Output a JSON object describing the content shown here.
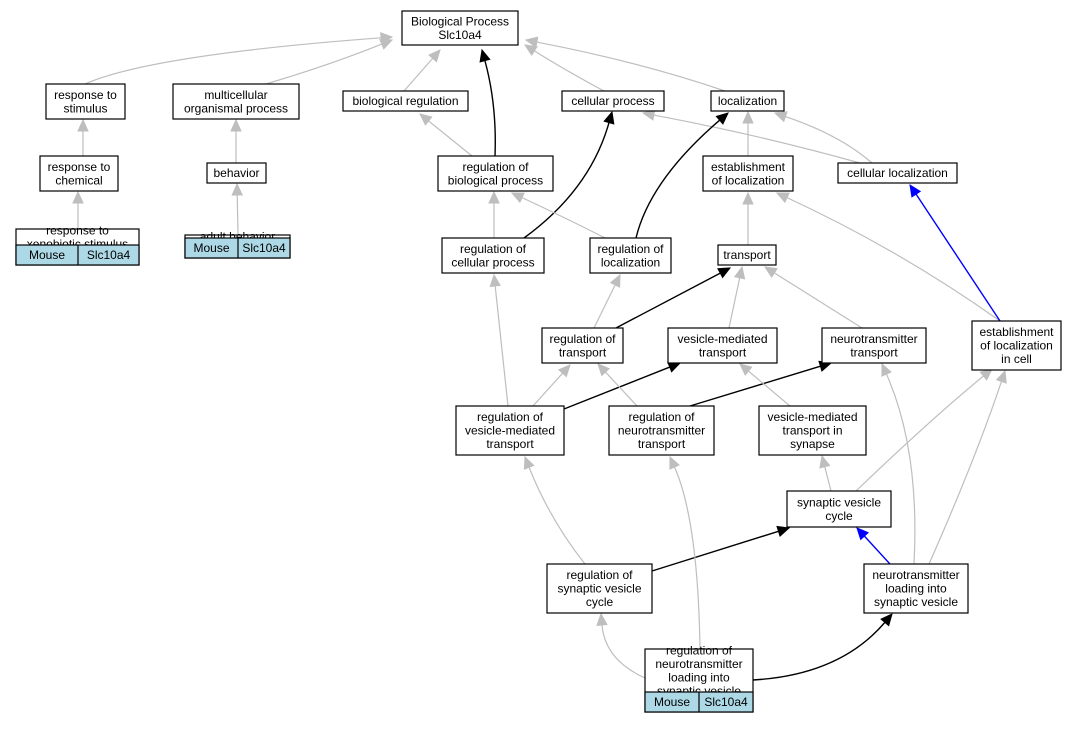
{
  "nodes": {
    "bp_root": {
      "lines": [
        "Biological Process",
        "Slc10a4"
      ]
    },
    "response_to_stimulus": {
      "lines": [
        "response to",
        "stimulus"
      ]
    },
    "multicellular_organismal_process": {
      "lines": [
        "multicellular",
        "organismal process"
      ]
    },
    "biological_regulation": {
      "lines": [
        "biological regulation"
      ]
    },
    "cellular_process": {
      "lines": [
        "cellular process"
      ]
    },
    "localization": {
      "lines": [
        "localization"
      ]
    },
    "response_to_chemical": {
      "lines": [
        "response to",
        "chemical"
      ]
    },
    "behavior": {
      "lines": [
        "behavior"
      ]
    },
    "regulation_of_biological_process": {
      "lines": [
        "regulation of",
        "biological process"
      ]
    },
    "establishment_of_localization": {
      "lines": [
        "establishment",
        "of localization"
      ]
    },
    "cellular_localization": {
      "lines": [
        "cellular localization"
      ]
    },
    "response_to_xenobiotic_stimulus": {
      "lines": [
        "response to",
        "xenobiotic stimulus"
      ],
      "annotation": [
        "Mouse",
        "Slc10a4"
      ]
    },
    "adult_behavior": {
      "lines": [
        "adult behavior"
      ],
      "annotation": [
        "Mouse",
        "Slc10a4"
      ]
    },
    "regulation_of_cellular_process": {
      "lines": [
        "regulation of",
        "cellular process"
      ]
    },
    "regulation_of_localization": {
      "lines": [
        "regulation of",
        "localization"
      ]
    },
    "transport": {
      "lines": [
        "transport"
      ]
    },
    "regulation_of_transport": {
      "lines": [
        "regulation of",
        "transport"
      ]
    },
    "vesicle_mediated_transport": {
      "lines": [
        "vesicle-mediated",
        "transport"
      ]
    },
    "neurotransmitter_transport": {
      "lines": [
        "neurotransmitter",
        "transport"
      ]
    },
    "establishment_of_localization_in_cell": {
      "lines": [
        "establishment",
        "of localization",
        "in cell"
      ]
    },
    "regulation_of_vesicle_mediated_transport": {
      "lines": [
        "regulation of",
        "vesicle-mediated",
        "transport"
      ]
    },
    "regulation_of_neurotransmitter_transport": {
      "lines": [
        "regulation of",
        "neurotransmitter",
        "transport"
      ]
    },
    "vesicle_mediated_transport_in_synapse": {
      "lines": [
        "vesicle-mediated",
        "transport in",
        "synapse"
      ]
    },
    "synaptic_vesicle_cycle": {
      "lines": [
        "synaptic vesicle",
        "cycle"
      ]
    },
    "regulation_of_synaptic_vesicle_cycle": {
      "lines": [
        "regulation of",
        "synaptic vesicle",
        "cycle"
      ]
    },
    "neurotransmitter_loading_into_synaptic_vesicle": {
      "lines": [
        "neurotransmitter",
        "loading into",
        "synaptic vesicle"
      ]
    },
    "regulation_of_neurotransmitter_loading": {
      "lines": [
        "regulation of",
        "neurotransmitter",
        "loading into",
        "synaptic vesicle"
      ],
      "annotation": [
        "Mouse",
        "Slc10a4"
      ]
    }
  },
  "edges": [
    {
      "from": "response_to_stimulus",
      "to": "bp_root",
      "kind": "is_a"
    },
    {
      "from": "multicellular_organismal_process",
      "to": "bp_root",
      "kind": "is_a"
    },
    {
      "from": "biological_regulation",
      "to": "bp_root",
      "kind": "is_a"
    },
    {
      "from": "cellular_process",
      "to": "bp_root",
      "kind": "is_a"
    },
    {
      "from": "localization",
      "to": "bp_root",
      "kind": "is_a"
    },
    {
      "from": "regulation_of_biological_process",
      "to": "bp_root",
      "kind": "regulates"
    },
    {
      "from": "response_to_chemical",
      "to": "response_to_stimulus",
      "kind": "is_a"
    },
    {
      "from": "behavior",
      "to": "multicellular_organismal_process",
      "kind": "is_a"
    },
    {
      "from": "regulation_of_biological_process",
      "to": "biological_regulation",
      "kind": "is_a"
    },
    {
      "from": "establishment_of_localization",
      "to": "localization",
      "kind": "is_a"
    },
    {
      "from": "cellular_localization",
      "to": "localization",
      "kind": "is_a"
    },
    {
      "from": "cellular_localization",
      "to": "cellular_process",
      "kind": "is_a"
    },
    {
      "from": "response_to_xenobiotic_stimulus",
      "to": "response_to_chemical",
      "kind": "is_a"
    },
    {
      "from": "adult_behavior",
      "to": "behavior",
      "kind": "is_a"
    },
    {
      "from": "regulation_of_cellular_process",
      "to": "regulation_of_biological_process",
      "kind": "is_a"
    },
    {
      "from": "regulation_of_cellular_process",
      "to": "cellular_process",
      "kind": "regulates"
    },
    {
      "from": "regulation_of_localization",
      "to": "regulation_of_biological_process",
      "kind": "is_a"
    },
    {
      "from": "regulation_of_localization",
      "to": "localization",
      "kind": "regulates"
    },
    {
      "from": "transport",
      "to": "establishment_of_localization",
      "kind": "is_a"
    },
    {
      "from": "establishment_of_localization_in_cell",
      "to": "establishment_of_localization",
      "kind": "is_a"
    },
    {
      "from": "establishment_of_localization_in_cell",
      "to": "cellular_localization",
      "kind": "part_of"
    },
    {
      "from": "regulation_of_transport",
      "to": "regulation_of_localization",
      "kind": "is_a"
    },
    {
      "from": "regulation_of_transport",
      "to": "transport",
      "kind": "regulates"
    },
    {
      "from": "vesicle_mediated_transport",
      "to": "transport",
      "kind": "is_a"
    },
    {
      "from": "neurotransmitter_transport",
      "to": "transport",
      "kind": "is_a"
    },
    {
      "from": "regulation_of_vesicle_mediated_transport",
      "to": "regulation_of_transport",
      "kind": "is_a"
    },
    {
      "from": "regulation_of_vesicle_mediated_transport",
      "to": "regulation_of_cellular_process",
      "kind": "is_a"
    },
    {
      "from": "regulation_of_vesicle_mediated_transport",
      "to": "vesicle_mediated_transport",
      "kind": "regulates"
    },
    {
      "from": "regulation_of_neurotransmitter_transport",
      "to": "regulation_of_transport",
      "kind": "is_a"
    },
    {
      "from": "regulation_of_neurotransmitter_transport",
      "to": "neurotransmitter_transport",
      "kind": "regulates"
    },
    {
      "from": "vesicle_mediated_transport_in_synapse",
      "to": "vesicle_mediated_transport",
      "kind": "is_a"
    },
    {
      "from": "synaptic_vesicle_cycle",
      "to": "vesicle_mediated_transport_in_synapse",
      "kind": "is_a"
    },
    {
      "from": "synaptic_vesicle_cycle",
      "to": "establishment_of_localization_in_cell",
      "kind": "is_a"
    },
    {
      "from": "regulation_of_synaptic_vesicle_cycle",
      "to": "regulation_of_vesicle_mediated_transport",
      "kind": "is_a"
    },
    {
      "from": "regulation_of_synaptic_vesicle_cycle",
      "to": "synaptic_vesicle_cycle",
      "kind": "regulates"
    },
    {
      "from": "neurotransmitter_loading_into_synaptic_vesicle",
      "to": "synaptic_vesicle_cycle",
      "kind": "part_of"
    },
    {
      "from": "neurotransmitter_loading_into_synaptic_vesicle",
      "to": "neurotransmitter_transport",
      "kind": "is_a"
    },
    {
      "from": "neurotransmitter_loading_into_synaptic_vesicle",
      "to": "establishment_of_localization_in_cell",
      "kind": "is_a"
    },
    {
      "from": "regulation_of_neurotransmitter_loading",
      "to": "regulation_of_synaptic_vesicle_cycle",
      "kind": "is_a"
    },
    {
      "from": "regulation_of_neurotransmitter_loading",
      "to": "regulation_of_neurotransmitter_transport",
      "kind": "is_a"
    },
    {
      "from": "regulation_of_neurotransmitter_loading",
      "to": "neurotransmitter_loading_into_synaptic_vesicle",
      "kind": "regulates"
    }
  ],
  "edge_colors": {
    "is_a": "#bebebe",
    "regulates": "#000000",
    "part_of": "#0000ff"
  },
  "annotation_color": "#add8e6"
}
